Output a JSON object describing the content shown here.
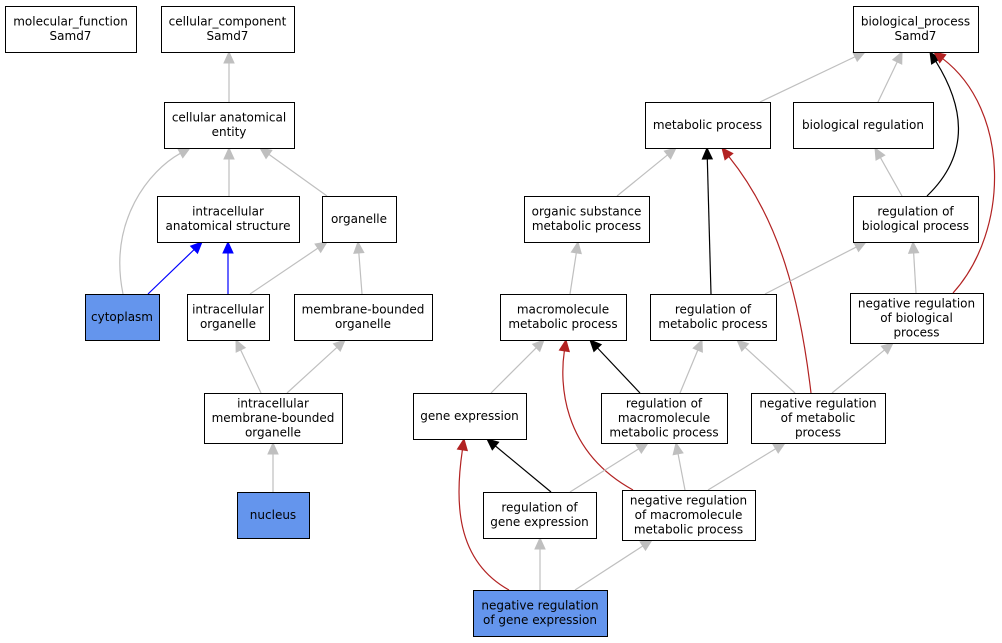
{
  "colors": {
    "is_a": "#bfbfbf",
    "part_of": "#0000ff",
    "regulates": "#000000",
    "negatively_regulates": "#b22222",
    "highlight": "#6495ed",
    "border": "#000000"
  },
  "nodes": {
    "mf": {
      "lines": [
        "molecular_function",
        "Samd7"
      ],
      "highlight": false
    },
    "cc": {
      "lines": [
        "cellular_component",
        "Samd7"
      ],
      "highlight": false
    },
    "bp": {
      "lines": [
        "biological_process",
        "Samd7"
      ],
      "highlight": false
    },
    "cae": {
      "lines": [
        "cellular anatomical",
        "entity"
      ],
      "highlight": false
    },
    "ias": {
      "lines": [
        "intracellular",
        "anatomical structure"
      ],
      "highlight": false
    },
    "organelle": {
      "lines": [
        "organelle"
      ],
      "highlight": false
    },
    "cyto": {
      "lines": [
        "cytoplasm"
      ],
      "highlight": true
    },
    "io": {
      "lines": [
        "intracellular",
        "organelle"
      ],
      "highlight": false
    },
    "mbo": {
      "lines": [
        "membrane-bounded",
        "organelle"
      ],
      "highlight": false
    },
    "imbo": {
      "lines": [
        "intracellular",
        "membrane-bounded",
        "organelle"
      ],
      "highlight": false
    },
    "nucleus": {
      "lines": [
        "nucleus"
      ],
      "highlight": true
    },
    "mp": {
      "lines": [
        "metabolic process"
      ],
      "highlight": false
    },
    "breg": {
      "lines": [
        "biological regulation"
      ],
      "highlight": false
    },
    "osmp": {
      "lines": [
        "organic substance",
        "metabolic process"
      ],
      "highlight": false
    },
    "rbp": {
      "lines": [
        "regulation of",
        "biological process"
      ],
      "highlight": false
    },
    "mmp": {
      "lines": [
        "macromolecule",
        "metabolic process"
      ],
      "highlight": false
    },
    "rmp": {
      "lines": [
        "regulation of",
        "metabolic process"
      ],
      "highlight": false
    },
    "nrbp": {
      "lines": [
        "negative regulation",
        "of biological",
        "process"
      ],
      "highlight": false
    },
    "ge": {
      "lines": [
        "gene expression"
      ],
      "highlight": false
    },
    "rmmp": {
      "lines": [
        "regulation of",
        "macromolecule",
        "metabolic process"
      ],
      "highlight": false
    },
    "nrmp": {
      "lines": [
        "negative regulation",
        "of metabolic",
        "process"
      ],
      "highlight": false
    },
    "rge": {
      "lines": [
        "regulation of",
        "gene expression"
      ],
      "highlight": false
    },
    "nrmmp": {
      "lines": [
        "negative regulation",
        "of macromolecule",
        "metabolic process"
      ],
      "highlight": false
    },
    "nrge": {
      "lines": [
        "negative regulation",
        "of gene expression"
      ],
      "highlight": true
    }
  },
  "edges": [
    {
      "from": "cae",
      "to": "cc",
      "type": "is_a"
    },
    {
      "from": "ias",
      "to": "cae",
      "type": "is_a"
    },
    {
      "from": "organelle",
      "to": "cae",
      "type": "is_a"
    },
    {
      "from": "cyto",
      "to": "cae",
      "type": "is_a"
    },
    {
      "from": "cyto",
      "to": "ias",
      "type": "part_of"
    },
    {
      "from": "io",
      "to": "ias",
      "type": "part_of"
    },
    {
      "from": "io",
      "to": "organelle",
      "type": "is_a"
    },
    {
      "from": "mbo",
      "to": "organelle",
      "type": "is_a"
    },
    {
      "from": "imbo",
      "to": "io",
      "type": "is_a"
    },
    {
      "from": "imbo",
      "to": "mbo",
      "type": "is_a"
    },
    {
      "from": "nucleus",
      "to": "imbo",
      "type": "is_a"
    },
    {
      "from": "mp",
      "to": "bp",
      "type": "is_a"
    },
    {
      "from": "breg",
      "to": "bp",
      "type": "is_a"
    },
    {
      "from": "rbp",
      "to": "bp",
      "type": "regulates"
    },
    {
      "from": "nrbp",
      "to": "bp",
      "type": "negatively_regulates"
    },
    {
      "from": "osmp",
      "to": "mp",
      "type": "is_a"
    },
    {
      "from": "rmp",
      "to": "mp",
      "type": "regulates"
    },
    {
      "from": "nrmp",
      "to": "mp",
      "type": "negatively_regulates"
    },
    {
      "from": "rbp",
      "to": "breg",
      "type": "is_a"
    },
    {
      "from": "mmp",
      "to": "osmp",
      "type": "is_a"
    },
    {
      "from": "rmp",
      "to": "rbp",
      "type": "is_a"
    },
    {
      "from": "nrbp",
      "to": "rbp",
      "type": "is_a"
    },
    {
      "from": "ge",
      "to": "mmp",
      "type": "is_a"
    },
    {
      "from": "rmmp",
      "to": "mmp",
      "type": "regulates"
    },
    {
      "from": "nrmmp",
      "to": "mmp",
      "type": "negatively_regulates"
    },
    {
      "from": "rmmp",
      "to": "rmp",
      "type": "is_a"
    },
    {
      "from": "nrmp",
      "to": "rmp",
      "type": "is_a"
    },
    {
      "from": "nrmp",
      "to": "nrbp",
      "type": "is_a"
    },
    {
      "from": "rge",
      "to": "ge",
      "type": "regulates"
    },
    {
      "from": "nrge",
      "to": "ge",
      "type": "negatively_regulates"
    },
    {
      "from": "rge",
      "to": "rmmp",
      "type": "is_a"
    },
    {
      "from": "nrmmp",
      "to": "rmmp",
      "type": "is_a"
    },
    {
      "from": "nrmmp",
      "to": "nrmp",
      "type": "is_a"
    },
    {
      "from": "nrge",
      "to": "rge",
      "type": "is_a"
    },
    {
      "from": "nrge",
      "to": "nrmmp",
      "type": "is_a"
    }
  ]
}
